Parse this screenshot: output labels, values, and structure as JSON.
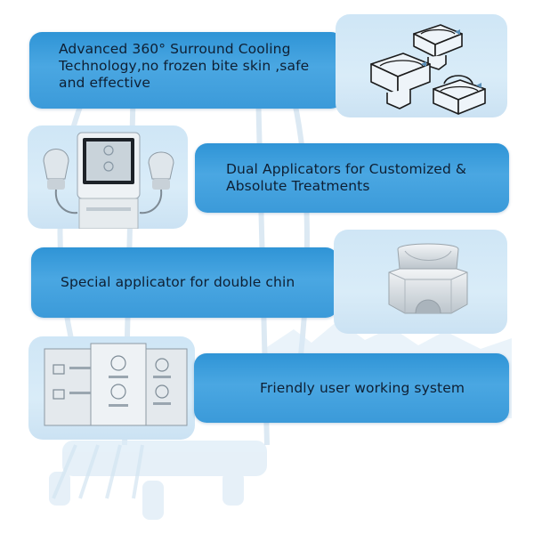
{
  "features": [
    {
      "text": "Advanced 360° Surround Cooling\nTechnology,no frozen bite skin ,safe\nand effective",
      "lines": [
        "Advanced 360° Surround Cooling",
        "Technology,no frozen bite skin ,safe",
        "and effective"
      ],
      "icon": "cooling-applicators-icon"
    },
    {
      "lines": [
        "Dual Applicators for Customized &",
        "Absolute Treatments"
      ],
      "icon": "dual-applicator-machine-icon"
    },
    {
      "lines": [
        "Special applicator for double chin"
      ],
      "icon": "double-chin-applicator-icon"
    },
    {
      "lines": [
        "Friendly user working system"
      ],
      "icon": "interface-screens-icon"
    }
  ],
  "colors": {
    "banner": "#3b9ad9",
    "tile": "#d4e8f7",
    "text": "#0e1f33"
  }
}
